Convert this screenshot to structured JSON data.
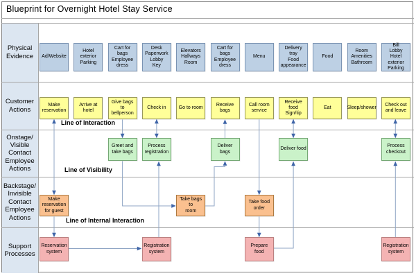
{
  "title": "Blueprint for Overnight Hotel Stay Service",
  "row_labels": [
    "Physical\nEvidence",
    "Customer\nActions",
    "Onstage/\nVisible\nContact\nEmployee\nActions",
    "Backstage/\nInvisible\nContact\nEmployee\nActions",
    "Support\nProcesses"
  ],
  "line_labels": {
    "interaction": "Line of Interaction",
    "visibility": "Line of Visibility",
    "internal": "Line of Internal Interaction"
  },
  "colors": {
    "label_column_bg": "#dce6f1",
    "grid_line": "#a6a6a6",
    "connector_line": "#8fa5c5",
    "arrowhead": "#3f65a8"
  },
  "lanes": {
    "physical_evidence": {
      "fill": "#bdd0e4",
      "border": "#7b94b3",
      "boxes": [
        {
          "col": 1,
          "text": "Ad/Website"
        },
        {
          "col": 2,
          "text": "Hotel exterior\nParking"
        },
        {
          "col": 3,
          "text": "Cart for bags\nEmployee dress"
        },
        {
          "col": 4,
          "text": "Desk\nPaperwork\nLobby\nKey"
        },
        {
          "col": 5,
          "text": "Elevators\nHallways\nRoom"
        },
        {
          "col": 6,
          "text": "Cart for bags\nEmployee dress"
        },
        {
          "col": 7,
          "text": "Menu"
        },
        {
          "col": 8,
          "text": "Delivery tray\nFood\nappearance"
        },
        {
          "col": 9,
          "text": "Food"
        },
        {
          "col": 10,
          "text": "Room\nAmenities\nBathroom"
        },
        {
          "col": 11,
          "text": "Bill\nLobby\nHotel exterior\nParking"
        }
      ]
    },
    "customer_actions": {
      "fill": "#ffff99",
      "border": "#98985c",
      "boxes": [
        {
          "col": 1,
          "text": "Make\nreservation"
        },
        {
          "col": 2,
          "text": "Arrive at hotel"
        },
        {
          "col": 3,
          "text": "Give bags to\nbellperson"
        },
        {
          "col": 4,
          "text": "Check in"
        },
        {
          "col": 5,
          "text": "Go to room"
        },
        {
          "col": 6,
          "text": "Receive bags"
        },
        {
          "col": 7,
          "text": "Call room\nservice"
        },
        {
          "col": 8,
          "text": "Receive food\nSign/tip"
        },
        {
          "col": 9,
          "text": "Eat"
        },
        {
          "col": 10,
          "text": "Sleep/shower"
        },
        {
          "col": 11,
          "text": "Check out\nand leave"
        }
      ]
    },
    "onstage": {
      "fill": "#caf2c9",
      "border": "#75a875",
      "boxes": [
        {
          "col": 3,
          "text": "Greet and\ntake bags"
        },
        {
          "col": 4,
          "text": "Process\nregistration"
        },
        {
          "col": 6,
          "text": "Deliver bags"
        },
        {
          "col": 8,
          "text": "Deliver food"
        },
        {
          "col": 11,
          "text": "Process\ncheckout"
        }
      ]
    },
    "backstage": {
      "fill": "#fac08f",
      "border": "#ad7a42",
      "boxes": [
        {
          "col": 1,
          "text": "Make\nreservation\nfor guest"
        },
        {
          "col": 5,
          "text": "Take bags to\nroom"
        },
        {
          "col": 7,
          "text": "Take food\norder"
        }
      ]
    },
    "support": {
      "fill": "#f4b3b3",
      "border": "#bb8181",
      "boxes": [
        {
          "col": 1,
          "text": "Reservation\nsystem"
        },
        {
          "col": 4,
          "text": "Registration\nsystem"
        },
        {
          "col": 7,
          "text": "Prepare food"
        },
        {
          "col": 11,
          "text": "Registration\nsystem"
        }
      ]
    }
  }
}
